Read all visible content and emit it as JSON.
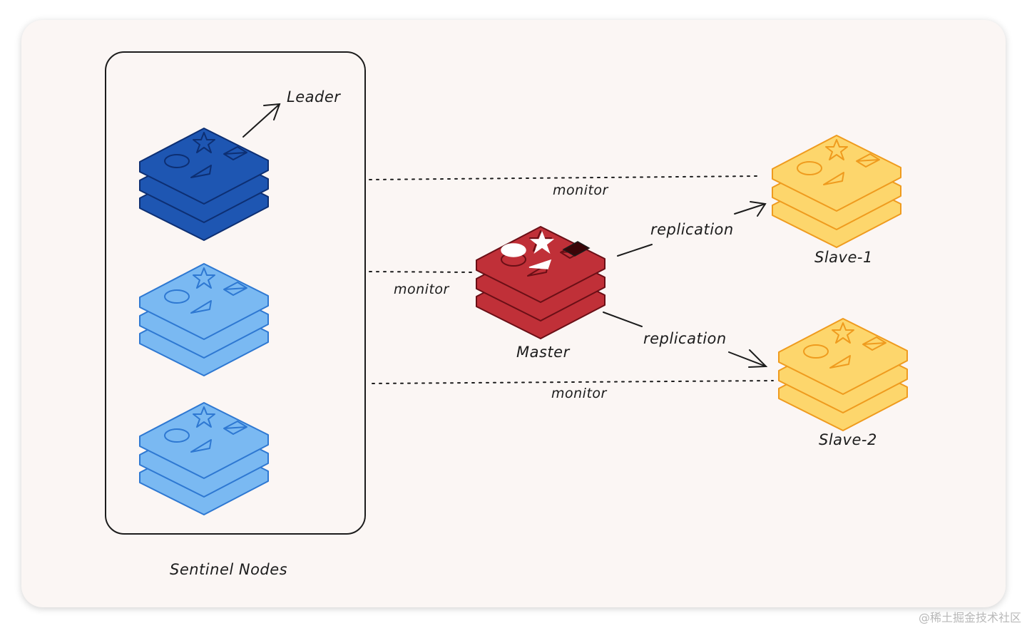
{
  "labels": {
    "leader": "Leader",
    "sentinel_group": "Sentinel Nodes",
    "master": "Master",
    "slave1": "Slave-1",
    "slave2": "Slave-2",
    "monitor_top": "monitor",
    "monitor_mid": "monitor",
    "monitor_bottom": "monitor",
    "replication_top": "replication",
    "replication_bottom": "replication"
  },
  "colors": {
    "leader_fill": "#1e56b2",
    "leader_stroke": "#0d2f73",
    "sentinel_fill": "#7ab9f2",
    "sentinel_stroke": "#2e78d2",
    "master_fill": "#c03038",
    "master_stroke": "#6a0f16",
    "slave_fill": "#fdd66c",
    "slave_stroke": "#ef9b1e",
    "card_bg": "#fbf6f4"
  },
  "watermark": "@稀土掘金技术社区"
}
